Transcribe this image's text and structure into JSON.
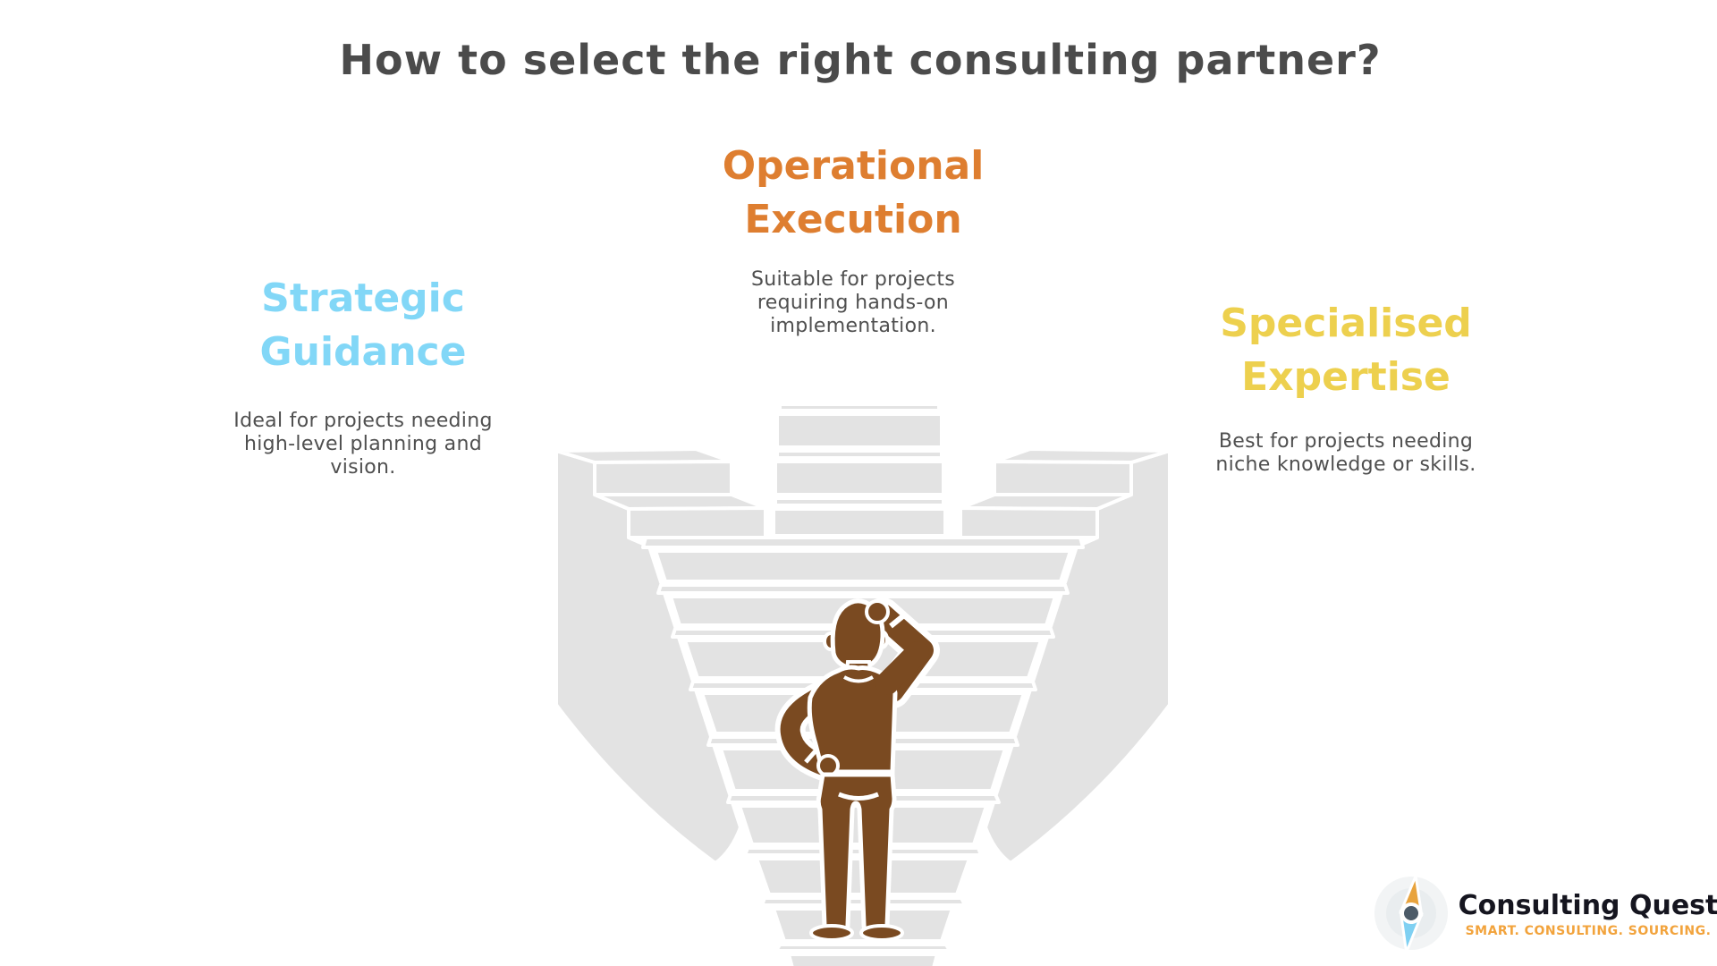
{
  "title": "How to select the right consulting partner?",
  "title_color": "#4B4B4B",
  "text_color": "#4F4F4F",
  "options": [
    {
      "id": "strategic-guidance",
      "heading_lines": [
        "Strategic",
        "Guidance"
      ],
      "heading_color": "#82D7F7",
      "description_lines": [
        "Ideal for projects needing",
        "high-level planning and",
        "vision."
      ]
    },
    {
      "id": "operational-execution",
      "heading_lines": [
        "Operational",
        "Execution"
      ],
      "heading_color": "#DE7E30",
      "description_lines": [
        "Suitable for projects",
        "requiring hands-on",
        "implementation."
      ]
    },
    {
      "id": "specialised-expertise",
      "heading_lines": [
        "Specialised",
        "Expertise"
      ],
      "heading_color": "#EDD04E",
      "description_lines": [
        "Best for projects needing",
        "niche knowledge or skills."
      ]
    }
  ],
  "illustration": {
    "name": "person-pondering-three-branching-staircases",
    "stair_color": "#E3E3E3",
    "person_color": "#7A4A21"
  },
  "logo": {
    "name": "Consulting Quest",
    "tagline": "SMART. CONSULTING. SOURCING.",
    "name_color": "#15151F",
    "tagline_color": "#F2A33C",
    "compass_north_color": "#E8A33D",
    "compass_south_color": "#7FD0F2",
    "compass_hub_color": "#4C5B68"
  }
}
